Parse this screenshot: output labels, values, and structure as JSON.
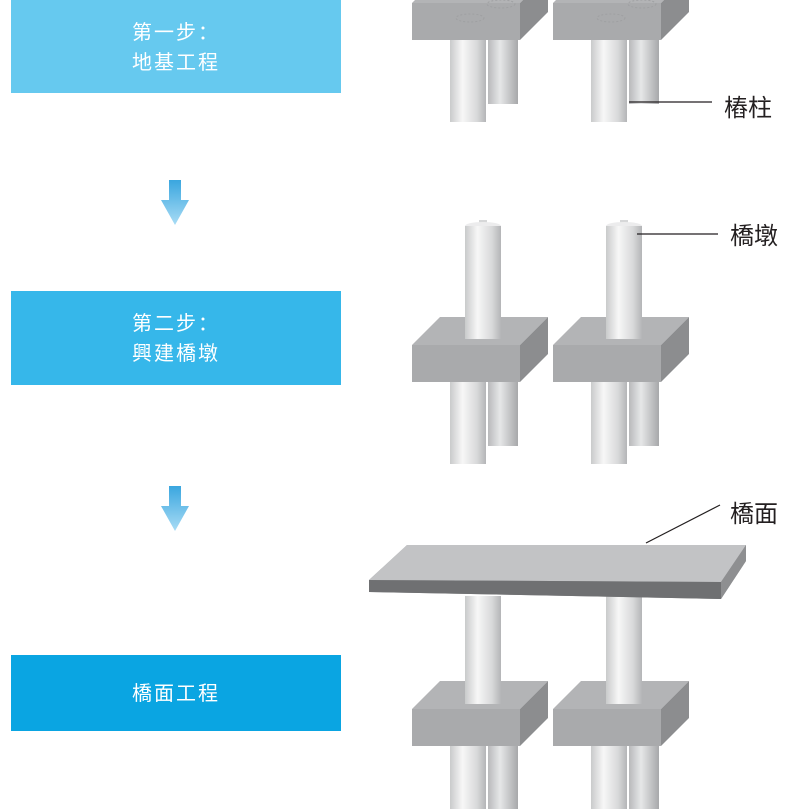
{
  "steps": [
    {
      "line1": "第一步：",
      "line2": "地基工程",
      "color": "#66c9ef"
    },
    {
      "line1": "第二步：",
      "line2": "興建橋墩",
      "color": "#36b7ea"
    },
    {
      "line1": "橋面工程",
      "line2": "",
      "color": "#0aa5e2"
    }
  ],
  "arrow_color": "#3aa6df",
  "labels": {
    "pile": "樁柱",
    "pier": "橋墩",
    "deck": "橋面"
  }
}
